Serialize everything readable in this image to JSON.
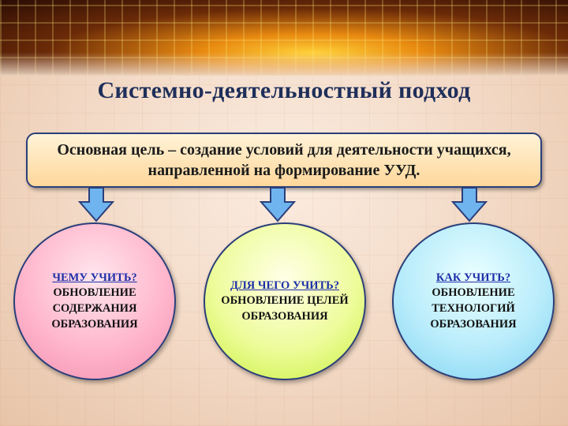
{
  "title": "Системно-деятельностный подход",
  "goal_text": "Основная цель – создание условий для деятельности учащихся, направленной на формирование УУД.",
  "colors": {
    "title": "#1f2f5a",
    "question": "#1e2fa8",
    "arrow": "#6fb4ee",
    "circle1": "#ffb7cd",
    "circle2": "#eefc9c",
    "circle3": "#b8ecfb"
  },
  "circles": [
    {
      "question": "ЧЕМУ УЧИТЬ?",
      "answer": "ОБНОВЛЕНИЕ СОДЕРЖАНИЯ ОБРАЗОВАНИЯ"
    },
    {
      "question": "ДЛЯ ЧЕГО УЧИТЬ?",
      "answer": "ОБНОВЛЕНИЕ ЦЕЛЕЙ ОБРАЗОВАНИЯ"
    },
    {
      "question": "КАК УЧИТЬ?",
      "answer": "ОБНОВЛЕНИЕ ТЕХНОЛОГИЙ ОБРАЗОВАНИЯ"
    }
  ]
}
